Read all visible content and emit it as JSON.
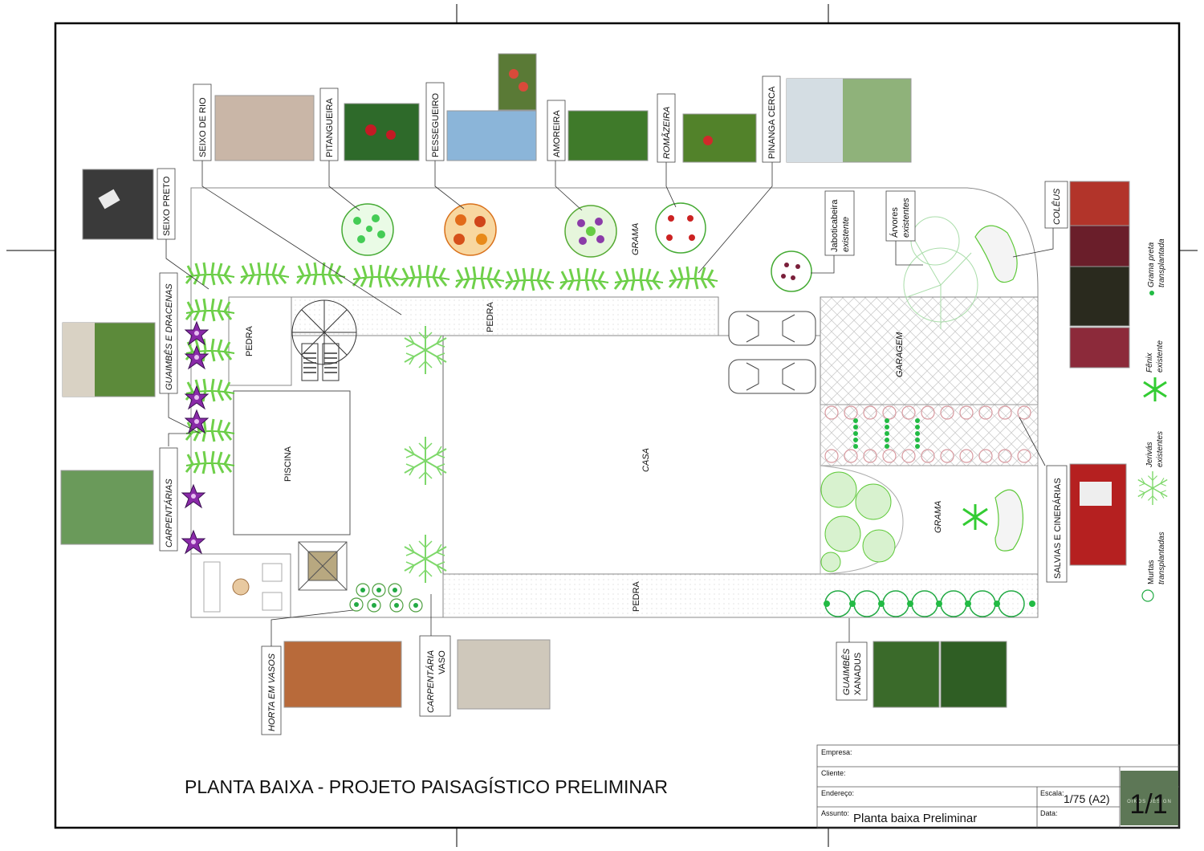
{
  "title": "PLANTA BAIXA - PROJETO PAISAGÍSTICO PRELIMINAR",
  "title_block": {
    "empresa": "Empresa:",
    "cliente": "Cliente:",
    "endereco": "Endereço:",
    "assunto_label": "Assunto:",
    "assunto_value": "Planta baixa Preliminar",
    "escala_label": "Escala:",
    "escala_value": "1/75 (A2)",
    "data_label": "Data:",
    "sheet": "1/1",
    "logo_text": "OIKOS DESIGN"
  },
  "areas": {
    "pedra_top": "PEDRA",
    "pedra_small": "PEDRA",
    "pedra_bottom": "PEDRA",
    "casa": "CASA",
    "piscina": "PISCINA",
    "garagem": "GARAGEM",
    "grama_top": "GRAMA",
    "grama_right": "GRAMA"
  },
  "plant_labels": {
    "seixo_de_rio": "SEIXO DE RIO",
    "pitangueira": "PITANGUEIRA",
    "pesseguiero": "PESSEGUEIRO",
    "amoreira": "AMOREIRA",
    "romazeira": "ROMÃZEIRA",
    "pinanga": "PINANGA CERCA",
    "seixo_preto": "SEIXO PRETO",
    "guaimbes_dracenas": "GUAIMBÊS E DRACENAS",
    "carpentarias": "CARPENTÁRIAS",
    "jabuticabeira_1": "Jaboticabeira",
    "jabuticabeira_2": "existente",
    "arvores_1": "Árvores",
    "arvores_2": "existentes",
    "coleus": "COLÊUS",
    "salvias": "SALVIAS E CINERÁRIAS",
    "horta": "HORTA EM VASOS",
    "carpentaria_vaso_1": "CARPENTÁRIA",
    "carpentaria_vaso_2": "VASO",
    "guaimbes_xanadus_1": "GUAIMBÊS",
    "guaimbes_xanadus_2": "XANADUS"
  },
  "legend": {
    "grama_preta_1": "Grama preta",
    "grama_preta_2": "transplantada",
    "fenix_1": "Fênix",
    "fenix_2": "existente",
    "jerivas_1": "Jerivás",
    "jerivas_2": "existentes",
    "murtas_1": "Murtas",
    "murtas_2": "transplantadas"
  },
  "colors": {
    "plant_green": "#5fc93a",
    "dark_green": "#22aa44",
    "purple": "#8a2aa8",
    "border": "#000000"
  }
}
